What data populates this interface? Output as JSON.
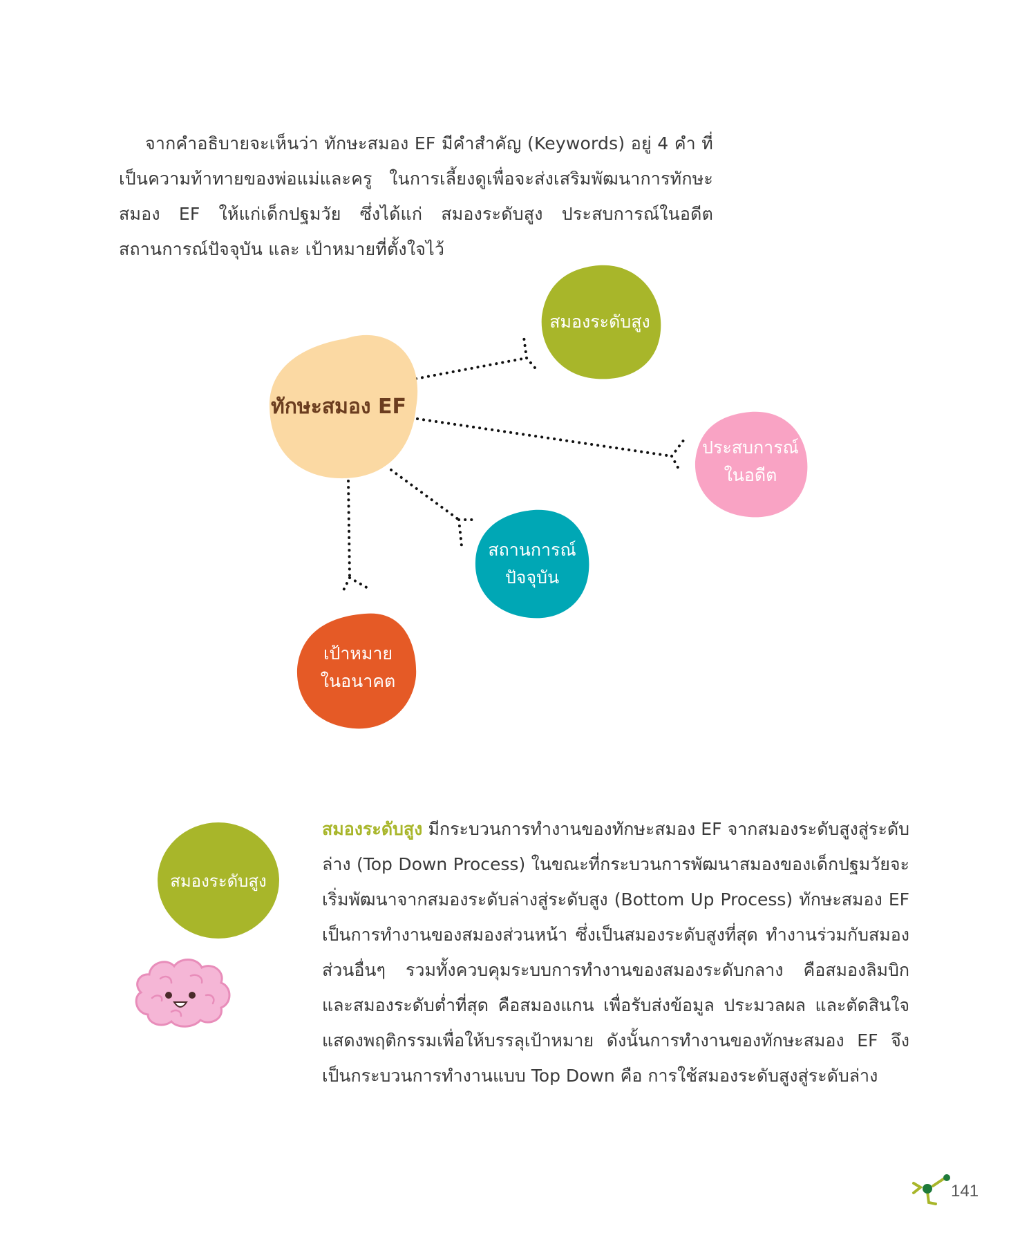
{
  "intro": {
    "text": "จากคำอธิบายจะเห็นว่า ทักษะสมอง EF มีคำสำคัญ (Keywords) อยู่ 4 คำ ที่เป็นความท้าทายของพ่อแม่และครู ในการเลี้ยงดูเพื่อจะส่งเสริมพัฒนาการทักษะสมอง EF ให้แก่เด็กปฐมวัย ซึ่งได้แก่ สมองระดับสูง ประสบการณ์ในอดีต สถานการณ์ปัจจุบัน และ เป้าหมายที่ตั้งใจไว้"
  },
  "diagram": {
    "center_label": "ทักษะสมอง EF",
    "nodes": [
      {
        "line1": "สมองระดับสูง",
        "line2": "",
        "color": "#a8b62a"
      },
      {
        "line1": "ประสบการณ์",
        "line2": "ในอดีต",
        "color": "#f9a3c4"
      },
      {
        "line1": "สถานการณ์",
        "line2": "ปัจจุบัน",
        "color": "#00a7b5"
      },
      {
        "line1": "เป้าหมาย",
        "line2": "ในอนาคต",
        "color": "#e55a26"
      }
    ],
    "center_color": "#fbd9a3"
  },
  "section": {
    "bubble_label": "สมองระดับสูง",
    "highlight": "สมองระดับสูง",
    "body": " มีกระบวนการทำงานของทักษะสมอง EF จากสมองระดับสูงสู่ระดับล่าง (Top Down Process) ในขณะที่กระบวนการพัฒนาสมองของเด็กปฐมวัยจะเริ่มพัฒนาจากสมองระดับล่างสู่ระดับสูง (Bottom Up Process) ทักษะสมอง EF เป็นการทำงานของสมองส่วนหน้า ซึ่งเป็นสมองระดับสูงที่สุด ทำงานร่วมกับสมองส่วนอื่นๆ รวมทั้งควบคุมระบบการทำงานของสมองระดับกลาง คือสมองลิมบิก และสมองระดับต่ำที่สุด คือสมองแกน เพื่อรับส่งข้อมูล ประมวลผล และตัดสินใจแสดงพฤติกรรมเพื่อให้บรรลุเป้าหมาย ดังนั้นการทำงานของทักษะสมอง EF จึงเป็นกระบวนการทำงานแบบ Top Down คือ การใช้สมองระดับสูงสู่ระดับล่าง",
    "accent_color": "#a8b62a"
  },
  "mascot": {
    "icon": "brain-mascot-icon",
    "color": "#f5b6d6"
  },
  "footer": {
    "page_number": "141",
    "logo_icon": "molecule-logo-icon"
  }
}
